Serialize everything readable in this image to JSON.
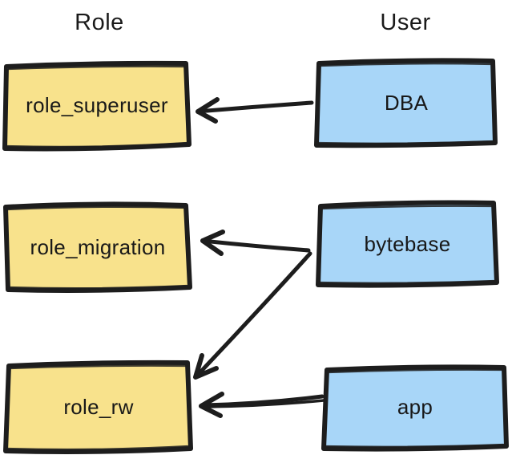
{
  "diagram": {
    "type": "flowchart",
    "columns": [
      {
        "id": "role",
        "title": "Role"
      },
      {
        "id": "user",
        "title": "User"
      }
    ],
    "nodes": [
      {
        "id": "role_superuser",
        "label": "role_superuser",
        "column": "role",
        "fill": "#f8e28c"
      },
      {
        "id": "role_migration",
        "label": "role_migration",
        "column": "role",
        "fill": "#f8e28c"
      },
      {
        "id": "role_rw",
        "label": "role_rw",
        "column": "role",
        "fill": "#f8e28c"
      },
      {
        "id": "dba",
        "label": "DBA",
        "column": "user",
        "fill": "#a8d6f8"
      },
      {
        "id": "bytebase",
        "label": "bytebase",
        "column": "user",
        "fill": "#a8d6f8"
      },
      {
        "id": "app",
        "label": "app",
        "column": "user",
        "fill": "#a8d6f8"
      }
    ],
    "edges": [
      {
        "from": "DBA",
        "to": "role_superuser"
      },
      {
        "from": "bytebase",
        "to": "role_migration"
      },
      {
        "from": "bytebase",
        "to": "role_rw"
      },
      {
        "from": "app",
        "to": "role_rw"
      }
    ],
    "colors": {
      "stroke": "#1d1d1d",
      "role_fill": "#f8e28c",
      "user_fill": "#a8d6f8",
      "text": "#181818",
      "background": "#ffffff"
    }
  }
}
